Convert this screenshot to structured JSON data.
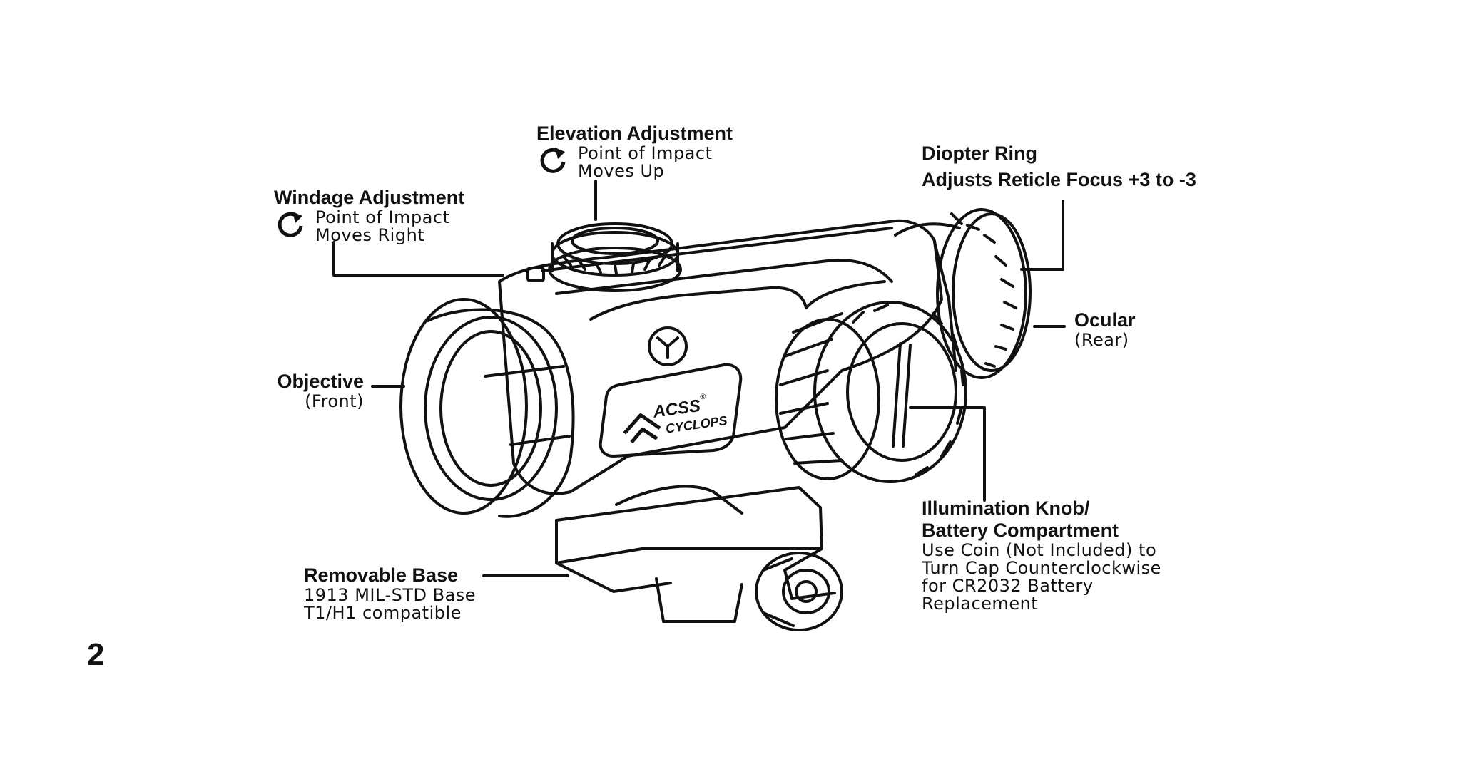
{
  "labels": {
    "elevation": {
      "heading": "Elevation Adjustment",
      "lines": [
        "Point of Impact",
        "Moves Up"
      ],
      "icon": "clockwise-arrow-icon"
    },
    "windage": {
      "heading": "Windage Adjustment",
      "lines": [
        "Point of Impact",
        "Moves Right"
      ],
      "icon": "clockwise-arrow-icon"
    },
    "diopter": {
      "heading": "Diopter Ring",
      "heading2": "Adjusts Reticle Focus +3 to -3"
    },
    "ocular": {
      "heading": "Ocular",
      "note": "(Rear)"
    },
    "objective": {
      "heading": "Objective",
      "note": "(Front)"
    },
    "illumination": {
      "heading": "Illumination Knob/",
      "heading2": "Battery Compartment",
      "lines": [
        "Use Coin (Not Included) to",
        "Turn Cap Counterclockwise",
        "for CR2032 Battery",
        "Replacement"
      ]
    },
    "base": {
      "heading": "Removable Base",
      "lines": [
        "1913 MIL-STD Base",
        "T1/H1 compatible"
      ]
    }
  },
  "logo": {
    "brand": "ACSS",
    "model": "CYCLOPS",
    "mark": "®"
  },
  "page_number": "2",
  "colors": {
    "ink": "#111111",
    "background": "#ffffff"
  }
}
